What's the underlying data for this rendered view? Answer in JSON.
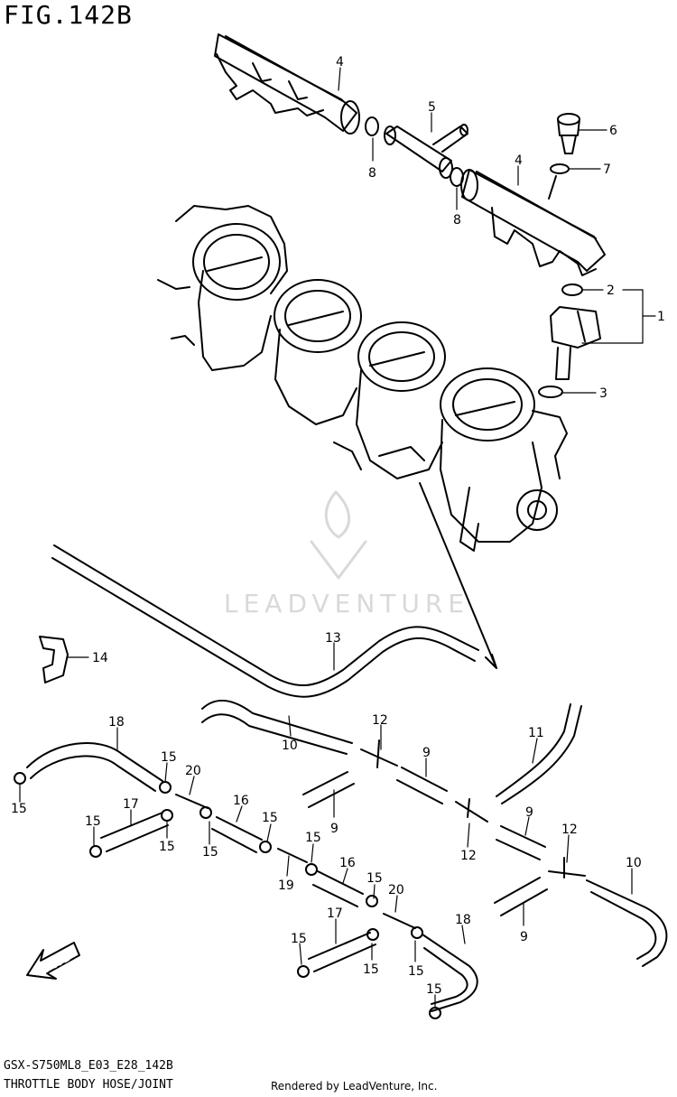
{
  "figure": {
    "title": "FIG.142B"
  },
  "footer": {
    "code": "GSX-S750ML8_E03_E28_142B",
    "caption": "THROTTLE BODY HOSE/JOINT",
    "credit": "Rendered by LeadVenture, Inc."
  },
  "watermark": {
    "text": "LEADVENTURE"
  },
  "fwd": {
    "label": "FWD"
  },
  "callouts": [
    "1",
    "2",
    "3",
    "4",
    "4",
    "5",
    "6",
    "7",
    "8",
    "8",
    "9",
    "9",
    "9",
    "9",
    "10",
    "10",
    "11",
    "12",
    "12",
    "12",
    "13",
    "14",
    "15",
    "15",
    "15",
    "15",
    "15",
    "15",
    "15",
    "15",
    "15",
    "15",
    "15",
    "15",
    "16",
    "16",
    "17",
    "17",
    "18",
    "18",
    "19",
    "20",
    "20"
  ],
  "colors": {
    "line": "#000000",
    "watermark": "#d9d9d9"
  }
}
